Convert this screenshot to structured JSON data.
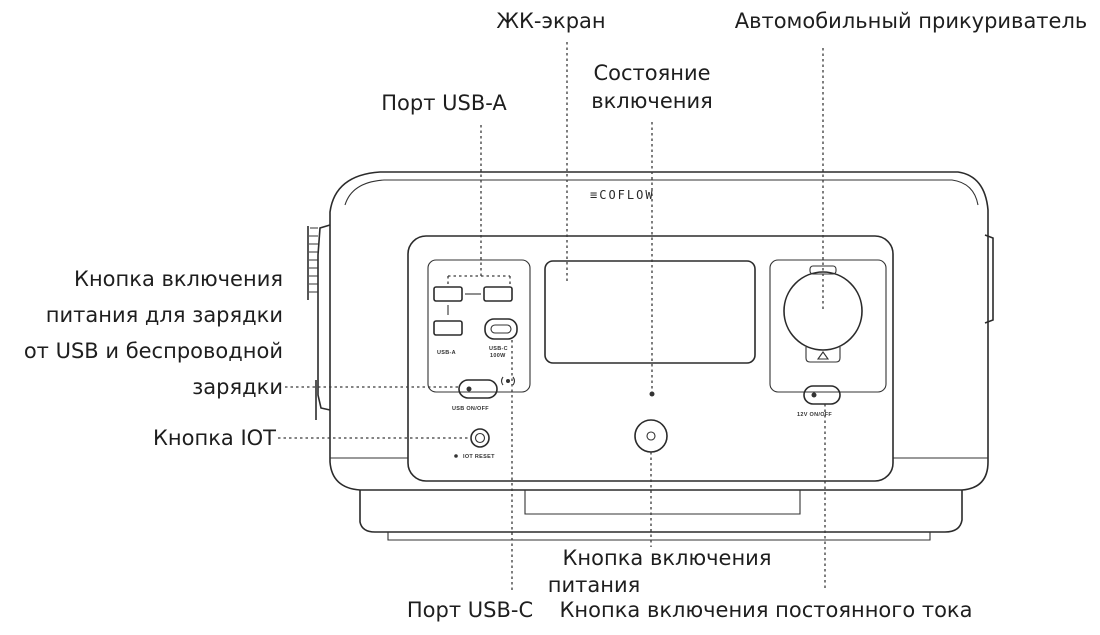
{
  "brand": "≡COFLOW",
  "callouts": {
    "lcd_screen": "ЖК-экран",
    "car_outlet": "Автомобильный прикуриватель",
    "power_status_line1": "Состояние",
    "power_status_line2": "включения",
    "usb_a_port": "Порт USB-A",
    "usb_button_line1": "Кнопка включения",
    "usb_button_line2": "питания для зарядки",
    "usb_button_line3": "от USB и беспроводной",
    "usb_button_line4": "зарядки",
    "iot_button": "Кнопка IOT",
    "power_button_line1": "Кнопка включения",
    "power_button_line2": "питания",
    "usb_c_port": "Порт USB-C",
    "dc_button": "Кнопка включения постоянного тока"
  },
  "panel_markings": {
    "usb_a": "USB-A",
    "usb_c_line1": "USB-C",
    "usb_c_line2": "100W",
    "usb_on_off": "USB ON/OFF",
    "dc_on_off": "12V ON/OFF",
    "iot_reset": "IOT RESET"
  }
}
